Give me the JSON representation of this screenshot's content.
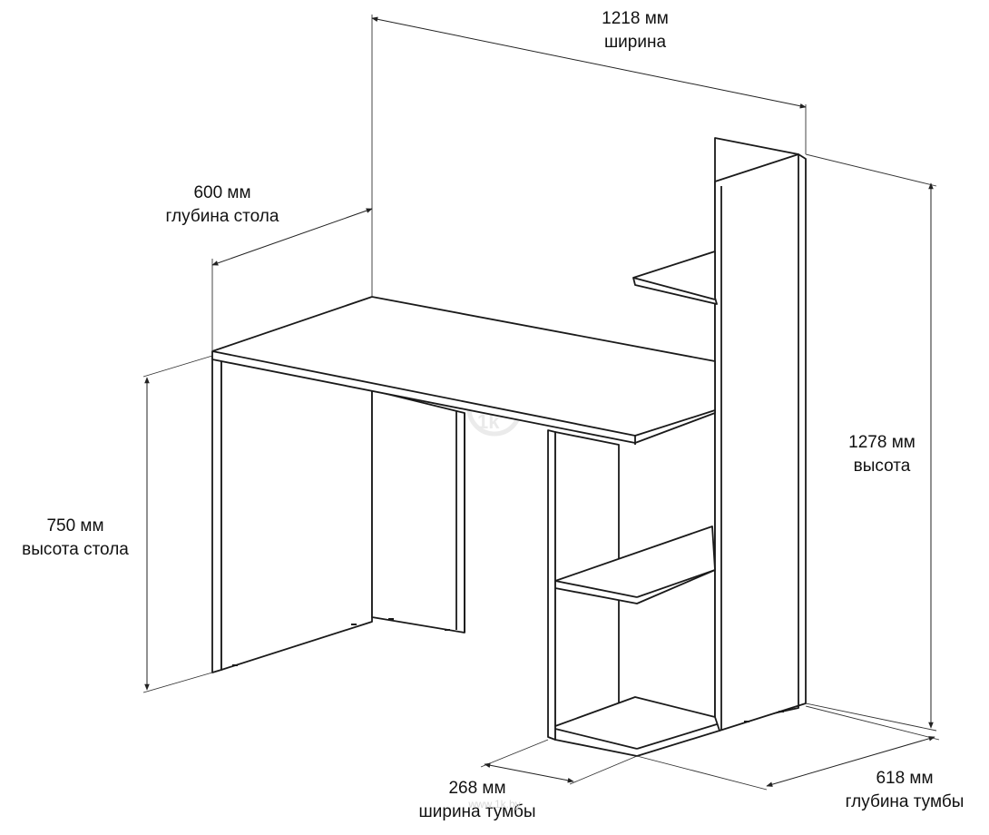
{
  "dimensions": {
    "width": {
      "value": "1218 мм",
      "caption": "ширина"
    },
    "table_depth": {
      "value": "600 мм",
      "caption": "глубина стола"
    },
    "height": {
      "value": "1278 мм",
      "caption": "высота"
    },
    "table_height": {
      "value": "750 мм",
      "caption": "высота стола"
    },
    "cabinet_width": {
      "value": "268 мм",
      "caption": "ширина тумбы"
    },
    "cabinet_depth": {
      "value": "618 мм",
      "caption": "глубина тумбы"
    }
  },
  "watermark": "www.1k.by"
}
